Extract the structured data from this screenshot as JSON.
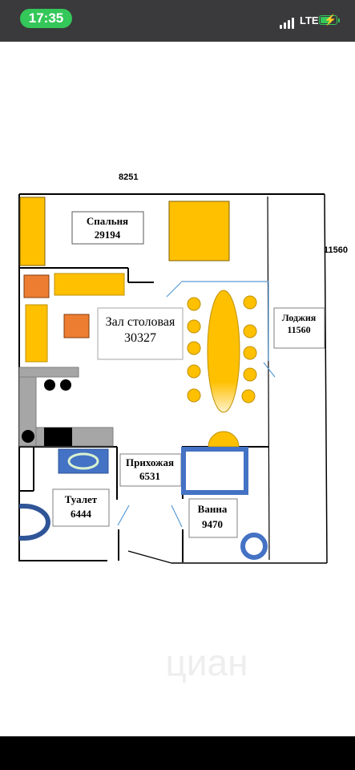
{
  "status": {
    "time": "17:35",
    "network": "LTE",
    "battery_level": 0.7
  },
  "plan": {
    "dimensions": {
      "top": "8251",
      "right": "11560"
    },
    "rooms": {
      "bedroom": {
        "name": "Спальня",
        "area": "29194"
      },
      "hall": {
        "name": "Зал столовая",
        "area": "30327"
      },
      "loggia": {
        "name": "Лоджия",
        "area": "11560"
      },
      "hallway": {
        "name": "Прихожая",
        "area": "6531"
      },
      "toilet": {
        "name": "Туалет",
        "area": "6444"
      },
      "bathroom": {
        "name": "Ванна",
        "area": "9470"
      }
    },
    "colors": {
      "furniture": "#ffc000",
      "accent": "#ed7d31",
      "blue": "#4472c4",
      "counter": "#a6a6a6",
      "partition": "#5b9bd5"
    }
  },
  "watermark": "циан"
}
